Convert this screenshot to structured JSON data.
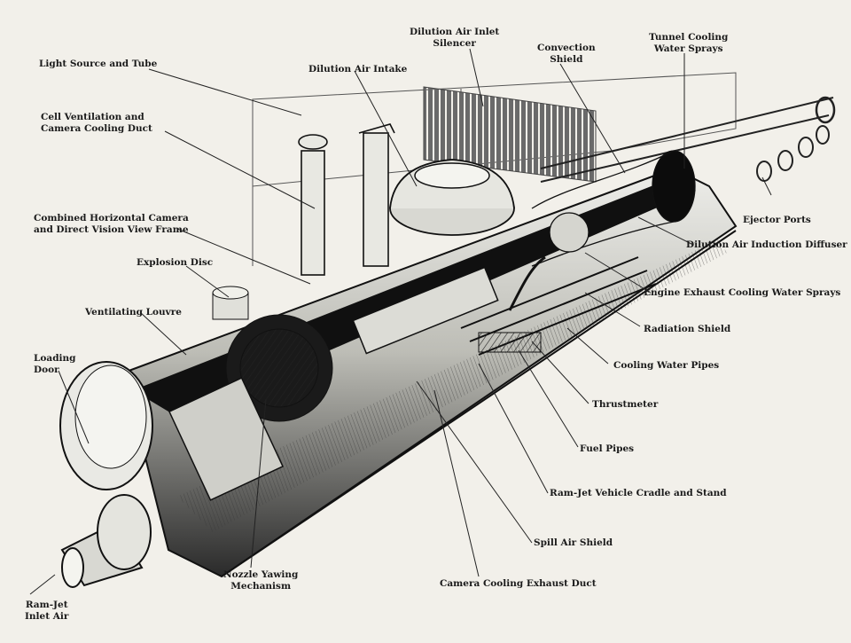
{
  "labels": {
    "dilution_air_inlet_silencer": "Dilution Air Inlet\nSilencer",
    "convection_shield": "Convection\nShield",
    "tunnel_cooling_water_sprays": "Tunnel Cooling\nWater Sprays",
    "light_source_and_tube": "Light Source and Tube",
    "dilution_air_intake": "Dilution Air Intake",
    "cell_ventilation": "Cell Ventilation and\nCamera Cooling Duct",
    "ejector_ports": "Ejector Ports",
    "combined_view_frame": "Combined Horizontal Camera\nand Direct Vision View Frame",
    "dilution_air_induction_diffuser": "Dilution Air Induction Diffuser",
    "explosion_disc": "Explosion Disc",
    "engine_exhaust_sprays": "Engine Exhaust Cooling Water Sprays",
    "ventilating_louvre": "Ventilating Louvre",
    "radiation_shield": "Radiation Shield",
    "loading_door": "Loading\nDoor",
    "cooling_water_pipes": "Cooling Water Pipes",
    "thrustmeter": "Thrustmeter",
    "fuel_pipes": "Fuel Pipes",
    "cradle_and_stand": "Ram-Jet Vehicle Cradle and Stand",
    "spill_air_shield": "Spill Air Shield",
    "nozzle_yawing": "Nozzle Yawing\nMechanism",
    "camera_cooling_exhaust": "Camera Cooling Exhaust Duct",
    "ram_jet_inlet_air": "Ram-Jet\nInlet Air"
  }
}
